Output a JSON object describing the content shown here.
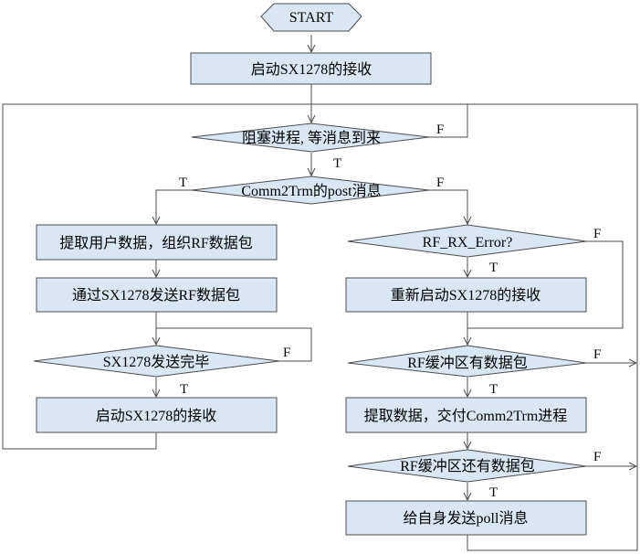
{
  "diagram": {
    "start": "START",
    "init_rx": "启动SX1278的接收",
    "wait_msg": "阻塞进程, 等消息到来",
    "post_msg": "Comm2Trm的post消息",
    "fetch_user_data": "提取用户数据，组织RF数据包",
    "send_packet": "通过SX1278发送RF数据包",
    "send_done": "SX1278发送完毕",
    "restart_rx_left": "启动SX1278的接收",
    "rx_error": "RF_RX_Error?",
    "restart_rx_right": "重新启动SX1278的接收",
    "buffer_has_packet": "RF缓冲区有数据包",
    "deliver_data": "提取数据，交付Comm2Trm进程",
    "buffer_still_has": "RF缓冲区还有数据包",
    "send_poll": "给自身发送poll消息"
  },
  "branch_labels": {
    "true": "T",
    "false": "F"
  },
  "colors": {
    "node_fill": "#d9e6f3",
    "line": "#4d4d4d"
  }
}
